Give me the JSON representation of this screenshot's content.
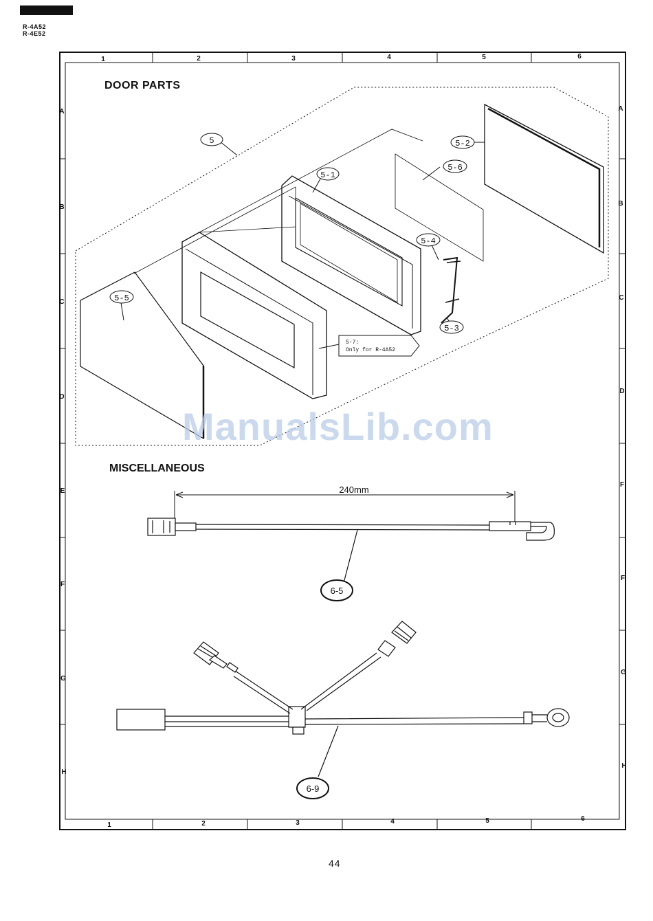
{
  "header": {
    "models": [
      "R-4A52",
      "R-4E52"
    ]
  },
  "grid": {
    "columns": [
      "1",
      "2",
      "3",
      "4",
      "5",
      "6"
    ],
    "rows_left": [
      "A",
      "B",
      "C",
      "D",
      "E",
      "F",
      "G",
      "H"
    ],
    "rows_right": [
      "A",
      "B",
      "C",
      "D",
      "F",
      "F",
      "G",
      "H"
    ]
  },
  "sections": {
    "door_parts": "DOOR PARTS",
    "miscellaneous": "MISCELLANEOUS"
  },
  "door_parts": {
    "callouts": [
      "5",
      "5-1",
      "5-2",
      "5-3",
      "5-4",
      "5-5",
      "5-6"
    ],
    "note": [
      "5-7:",
      "Only for R-4A52"
    ]
  },
  "misc": {
    "dimension": "240mm",
    "callouts": [
      "6-5",
      "6-9"
    ]
  },
  "watermark": "ManualsLib.com",
  "page_number": "44",
  "colors": {
    "ink": "#111111",
    "watermark": "#b9cde9"
  }
}
